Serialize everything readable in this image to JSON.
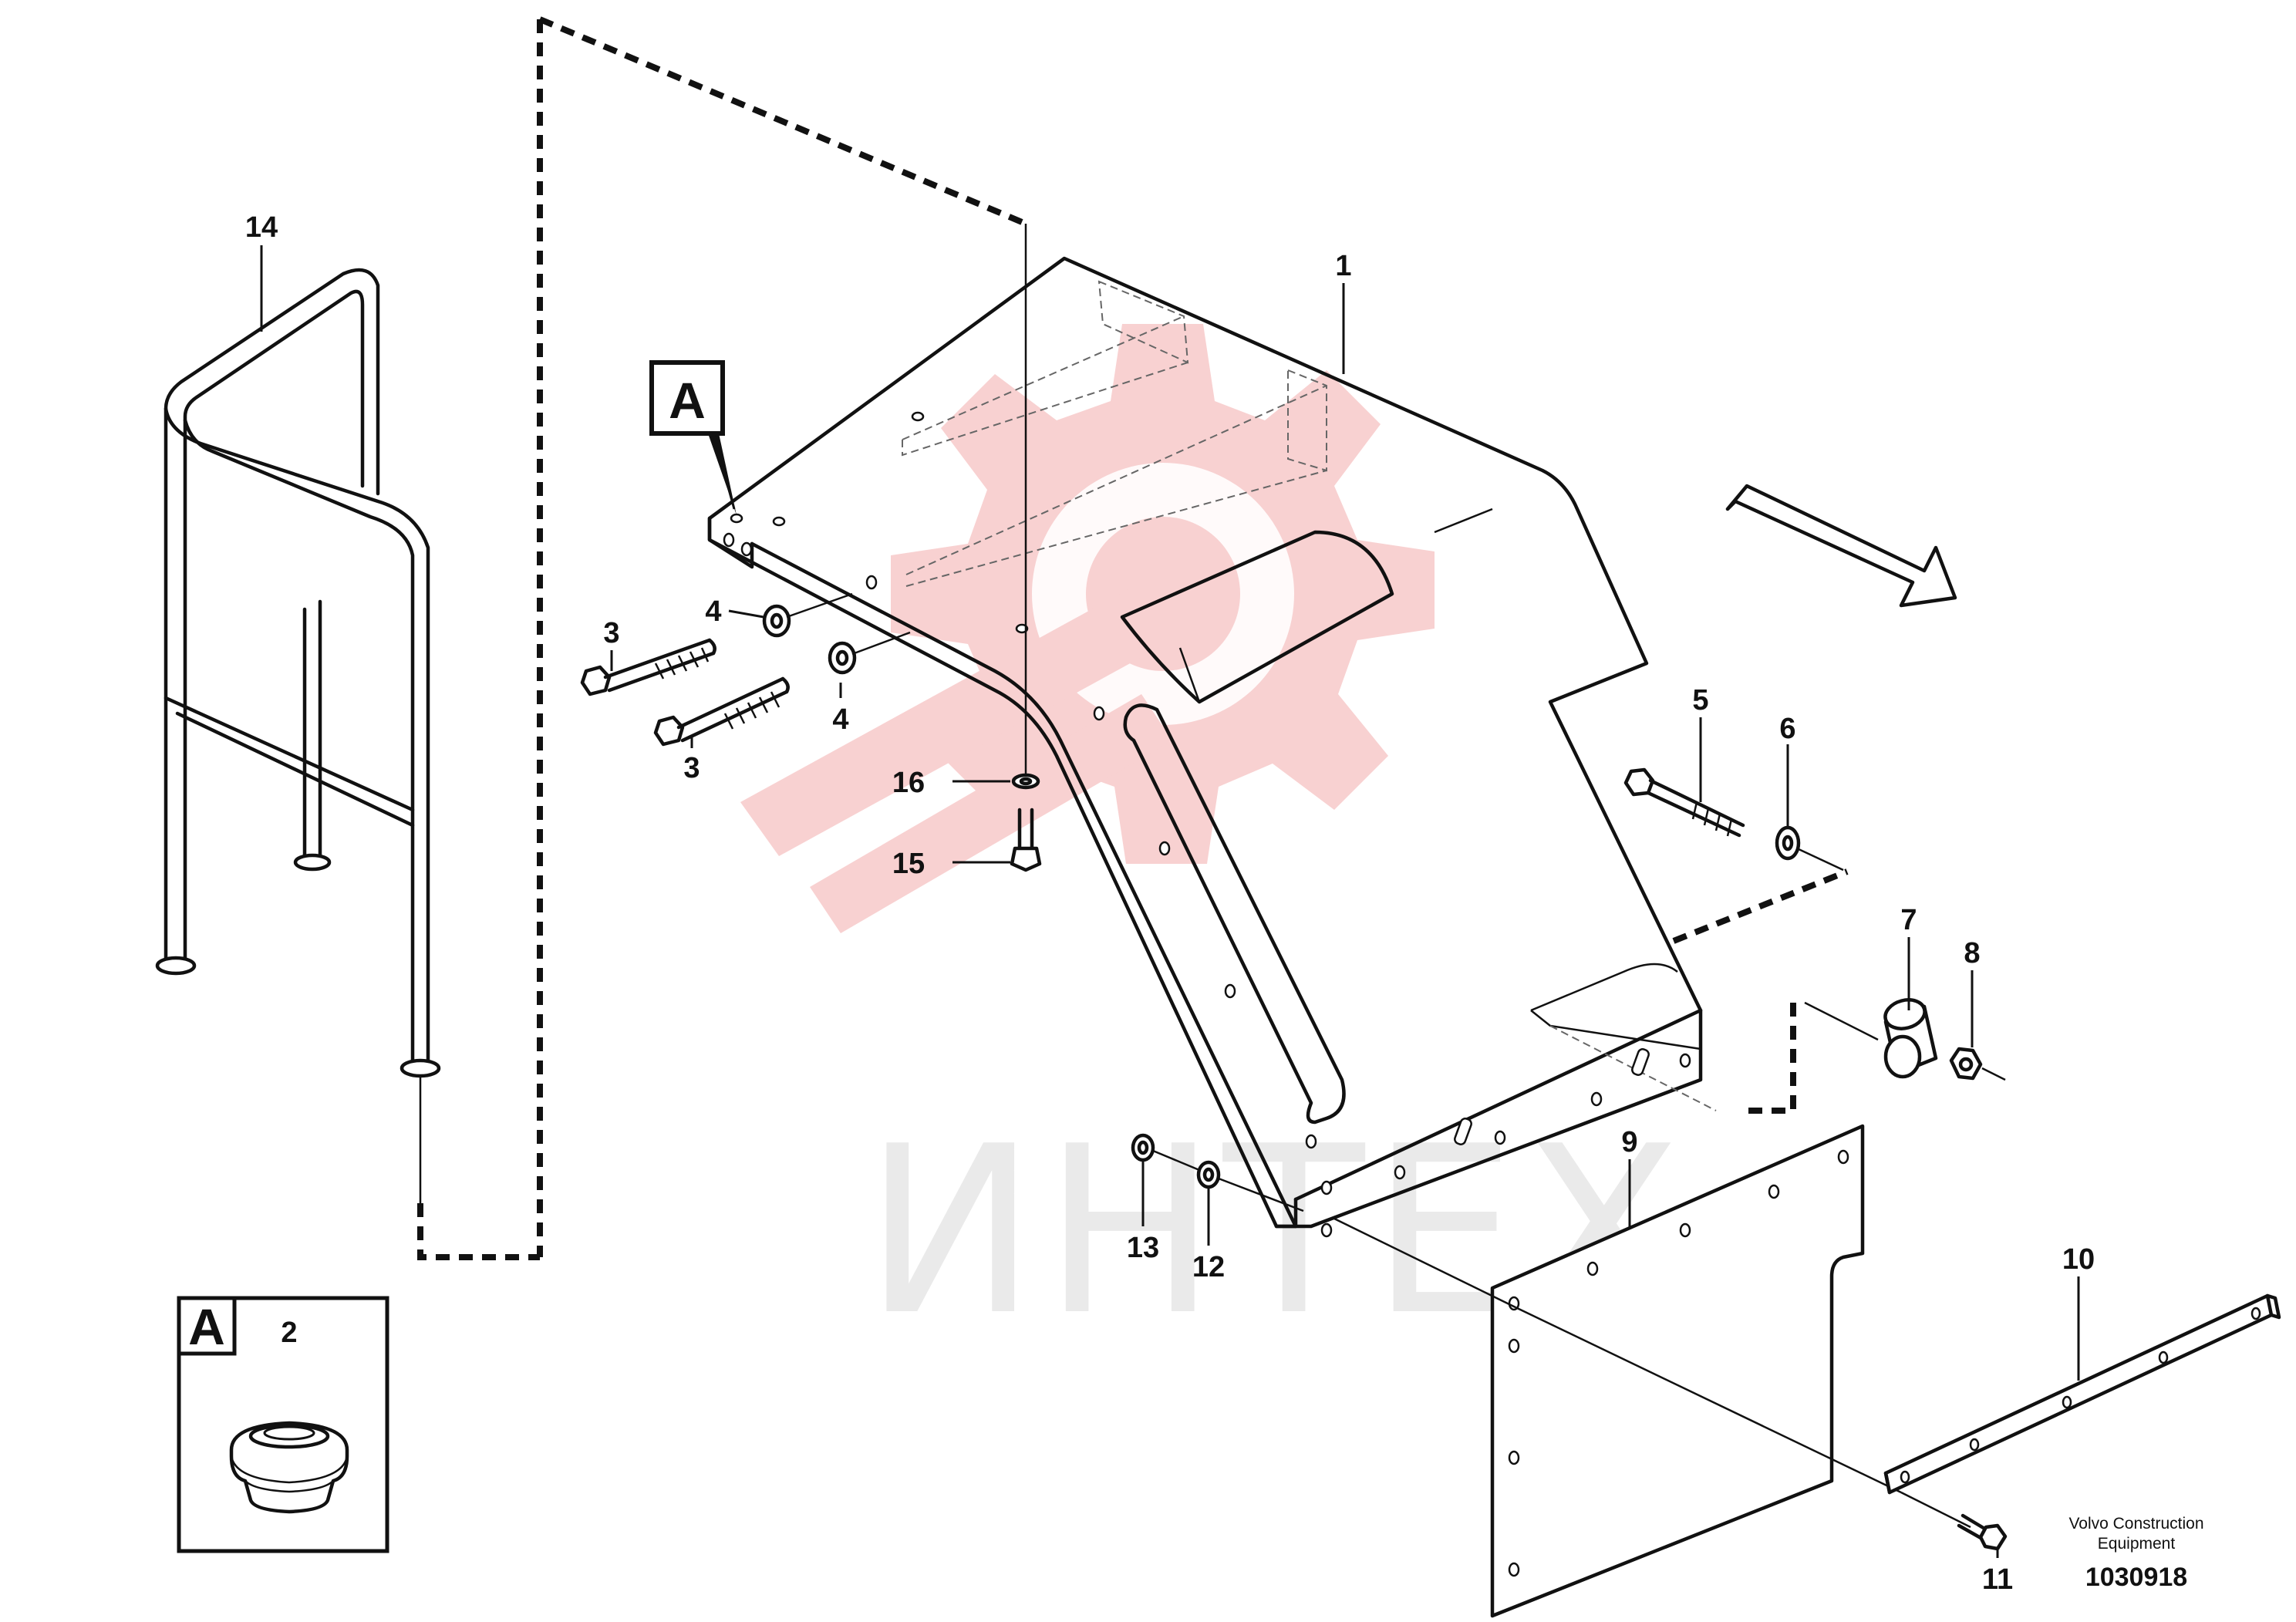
{
  "callouts": [
    {
      "id": "14",
      "label": "14"
    },
    {
      "id": "1",
      "label": "1"
    },
    {
      "id": "3a",
      "label": "3"
    },
    {
      "id": "4a",
      "label": "4"
    },
    {
      "id": "4b",
      "label": "4"
    },
    {
      "id": "3b",
      "label": "3"
    },
    {
      "id": "16",
      "label": "16"
    },
    {
      "id": "15",
      "label": "15"
    },
    {
      "id": "5",
      "label": "5"
    },
    {
      "id": "6",
      "label": "6"
    },
    {
      "id": "7",
      "label": "7"
    },
    {
      "id": "8",
      "label": "8"
    },
    {
      "id": "9",
      "label": "9"
    },
    {
      "id": "10",
      "label": "10"
    },
    {
      "id": "11",
      "label": "11"
    },
    {
      "id": "12",
      "label": "12"
    },
    {
      "id": "13",
      "label": "13"
    },
    {
      "id": "2",
      "label": "2"
    }
  ],
  "detail_tag": "A",
  "detail_tag_inset": "A",
  "footer": {
    "maker_line1": "Volvo Construction",
    "maker_line2": "Equipment",
    "drawing_number": "1030918"
  },
  "watermark": {
    "text": "ИНТЕХ",
    "color": "#e8302e"
  },
  "colors": {
    "line": "#111111",
    "watermark_gear": "#f7c9c9",
    "watermark_text": "#d9d9d9"
  }
}
